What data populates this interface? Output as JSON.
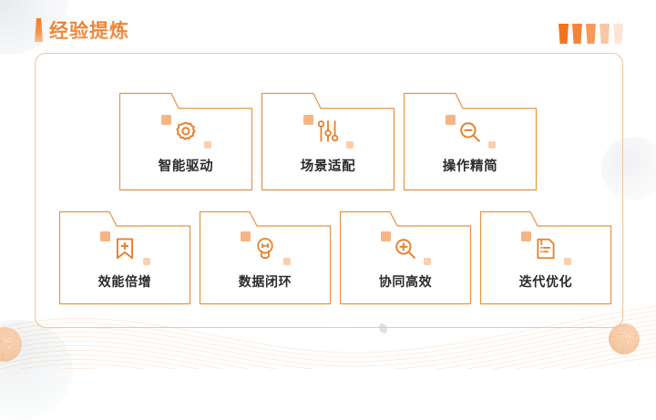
{
  "header": {
    "title": "经验提炼",
    "accent_color": "#ef7f2b",
    "title_bar_icon": "tapered-bar-icon",
    "deco_bars": [
      {
        "name": "deco-bar-1",
        "color": "#f2731c",
        "opacity": 1.0
      },
      {
        "name": "deco-bar-2",
        "color": "#f2731c",
        "opacity": 0.88
      },
      {
        "name": "deco-bar-3",
        "color": "#f2731c",
        "opacity": 0.72
      },
      {
        "name": "deco-bar-4",
        "color": "#f2731c",
        "opacity": 0.4
      },
      {
        "name": "deco-bar-5",
        "color": "#f2731c",
        "opacity": 0.18
      }
    ]
  },
  "panel": {
    "border_color": "#f2c69c"
  },
  "cards": {
    "row1": [
      {
        "label": "智能驱动",
        "icon": "gear-icon"
      },
      {
        "label": "场景适配",
        "icon": "sliders-icon"
      },
      {
        "label": "操作精简",
        "icon": "zoom-out-icon"
      }
    ],
    "row2": [
      {
        "label": "效能倍增",
        "icon": "bookmark-plus-icon"
      },
      {
        "label": "数据闭环",
        "icon": "lightbulb-icon"
      },
      {
        "label": "协同高效",
        "icon": "zoom-in-icon"
      },
      {
        "label": "迭代优化",
        "icon": "document-icon"
      }
    ]
  },
  "theme": {
    "card_border": "#e8923f",
    "icon_stroke": "#e8802a",
    "square_dark": "#f7b584",
    "square_light": "#fbcfae",
    "label_color": "#2b2b2b",
    "background": "#ffffff"
  },
  "decorations": {
    "shell_ornaments": [
      "shell-bottom-right",
      "shell-bottom-left"
    ],
    "wave_color": "#edb98d",
    "moon": "crescent-shape"
  }
}
